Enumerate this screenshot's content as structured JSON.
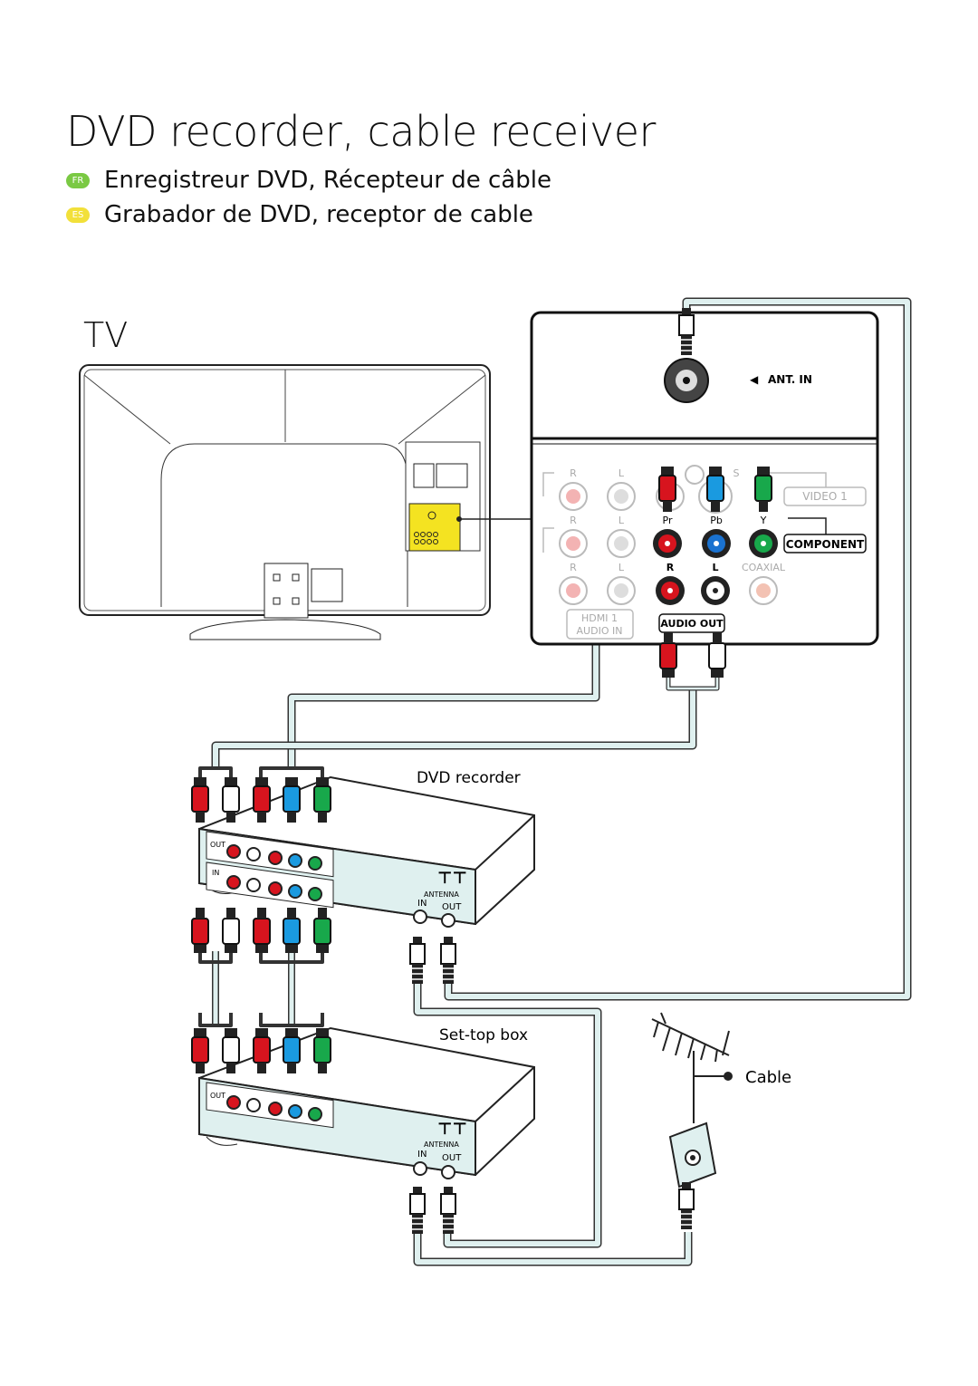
{
  "title": "DVD recorder, cable receiver",
  "subtitles": [
    {
      "lang_badge": "FR",
      "text": "Enregistreur DVD, Récepteur de câble",
      "badge_color": "#7ac943"
    },
    {
      "lang_badge": "ES",
      "text": "Grabador de DVD, receptor de cable",
      "badge_color": "#f2e03a"
    }
  ],
  "tv_label": "TV",
  "tv_panel": {
    "antenna_label": "ANT. IN",
    "row1": {
      "r": "R",
      "l": "L",
      "s": "S",
      "video": "VIDEO 1"
    },
    "row2": {
      "pr": "Pr",
      "pb": "Pb",
      "y": "Y",
      "component": "COMPONENT",
      "r": "R",
      "l": "L"
    },
    "row3": {
      "r": "R",
      "l": "L",
      "coaxial": "COAXIAL",
      "r2": "R",
      "l2": "L"
    },
    "hdmi": "HDMI 1",
    "audio_in": "AUDIO IN",
    "audio_out": "AUDIO OUT"
  },
  "dvd_recorder": {
    "label": "DVD recorder",
    "out": "OUT",
    "in": "IN",
    "antenna": "ANTENNA",
    "ant_in": "IN",
    "ant_out": "OUT"
  },
  "settop_box": {
    "label": "Set-top box",
    "out": "OUT",
    "antenna": "ANTENNA",
    "ant_in": "IN",
    "ant_out": "OUT"
  },
  "cable_label": "Cable",
  "colors": {
    "cable_fill": "#dff0ef",
    "red": "#d7141e",
    "blue": "#1a9ae0",
    "green": "#18a84b",
    "white": "#ffffff",
    "yellow_panel": "#f4e321"
  }
}
